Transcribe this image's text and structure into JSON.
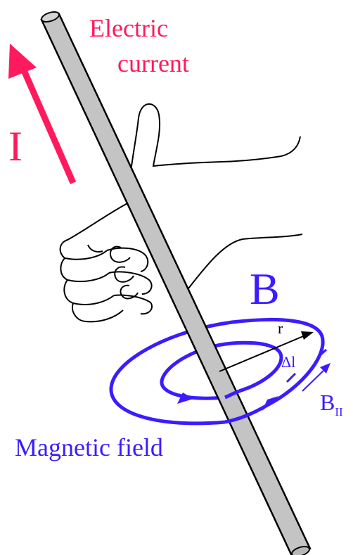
{
  "labels": {
    "current_line1": "Electric",
    "current_line2": "current",
    "current_symbol": "I",
    "field_symbol": "B",
    "radius": "r",
    "delta_l": "Δl",
    "b_parallel_main": "B",
    "b_parallel_sub": "II",
    "magnetic_field": "Magnetic field"
  },
  "colors": {
    "current": "#ff1a5e",
    "field": "#3b1cff",
    "wire_fill": "#c4c4c4",
    "outline": "#000000"
  }
}
